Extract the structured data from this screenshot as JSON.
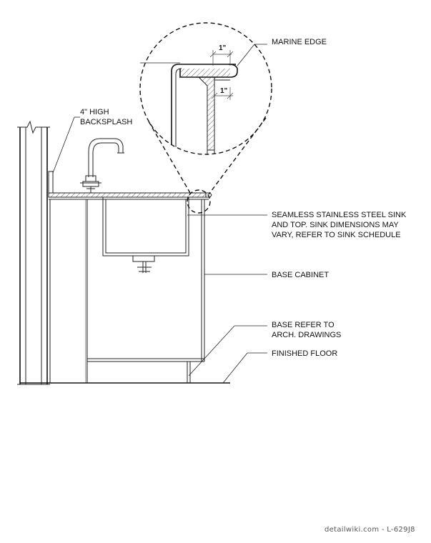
{
  "labels": {
    "marine_edge": "MARINE EDGE",
    "backsplash_line1": "4\" HIGH",
    "backsplash_line2": "BACKSPLASH",
    "sink_line1": "SEAMLESS STAINLESS STEEL SINK",
    "sink_line2": "AND TOP. SINK DIMENSIONS MAY",
    "sink_line3": "VARY, REFER TO SINK SCHEDULE",
    "base_cabinet": "BASE CABINET",
    "base_line1": "BASE REFER TO",
    "base_line2": "ARCH. DRAWINGS",
    "finished_floor": "FINISHED FLOOR"
  },
  "dimensions": {
    "top": "1\"",
    "side": "1\""
  },
  "footer": "detailwiki.com - L-629J8"
}
